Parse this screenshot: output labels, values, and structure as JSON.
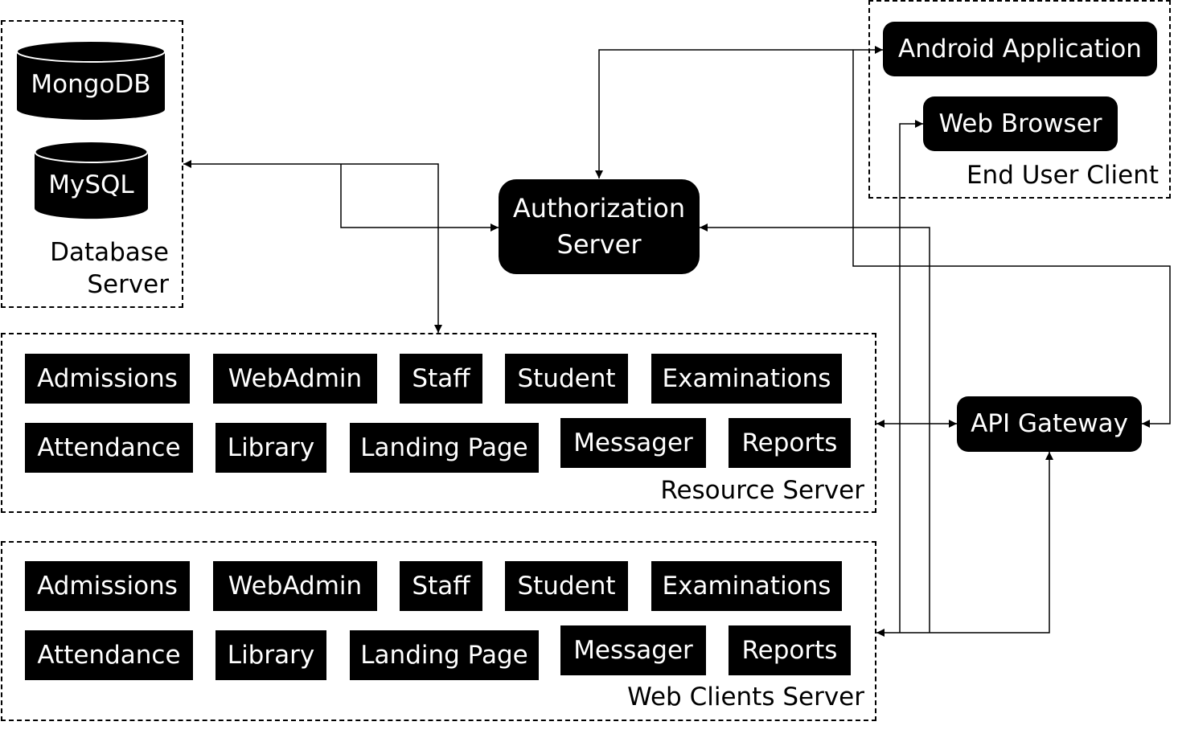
{
  "database_server": {
    "label_line1": "Database",
    "label_line2": "Server",
    "databases": [
      "MongoDB",
      "MySQL"
    ]
  },
  "authorization_server": {
    "line1": "Authorization",
    "line2": "Server"
  },
  "end_user_client": {
    "label": "End User Client",
    "android": "Android Application",
    "browser": "Web Browser"
  },
  "api_gateway": {
    "label": "API Gateway"
  },
  "resource_server": {
    "label": "Resource Server",
    "modules": [
      "Admissions",
      "WebAdmin",
      "Staff",
      "Student",
      "Examinations",
      "Attendance",
      "Library",
      "Landing Page",
      "Messager",
      "Reports"
    ]
  },
  "web_clients_server": {
    "label": "Web Clients Server",
    "modules": [
      "Admissions",
      "WebAdmin",
      "Staff",
      "Student",
      "Examinations",
      "Attendance",
      "Library",
      "Landing Page",
      "Messager",
      "Reports"
    ]
  }
}
